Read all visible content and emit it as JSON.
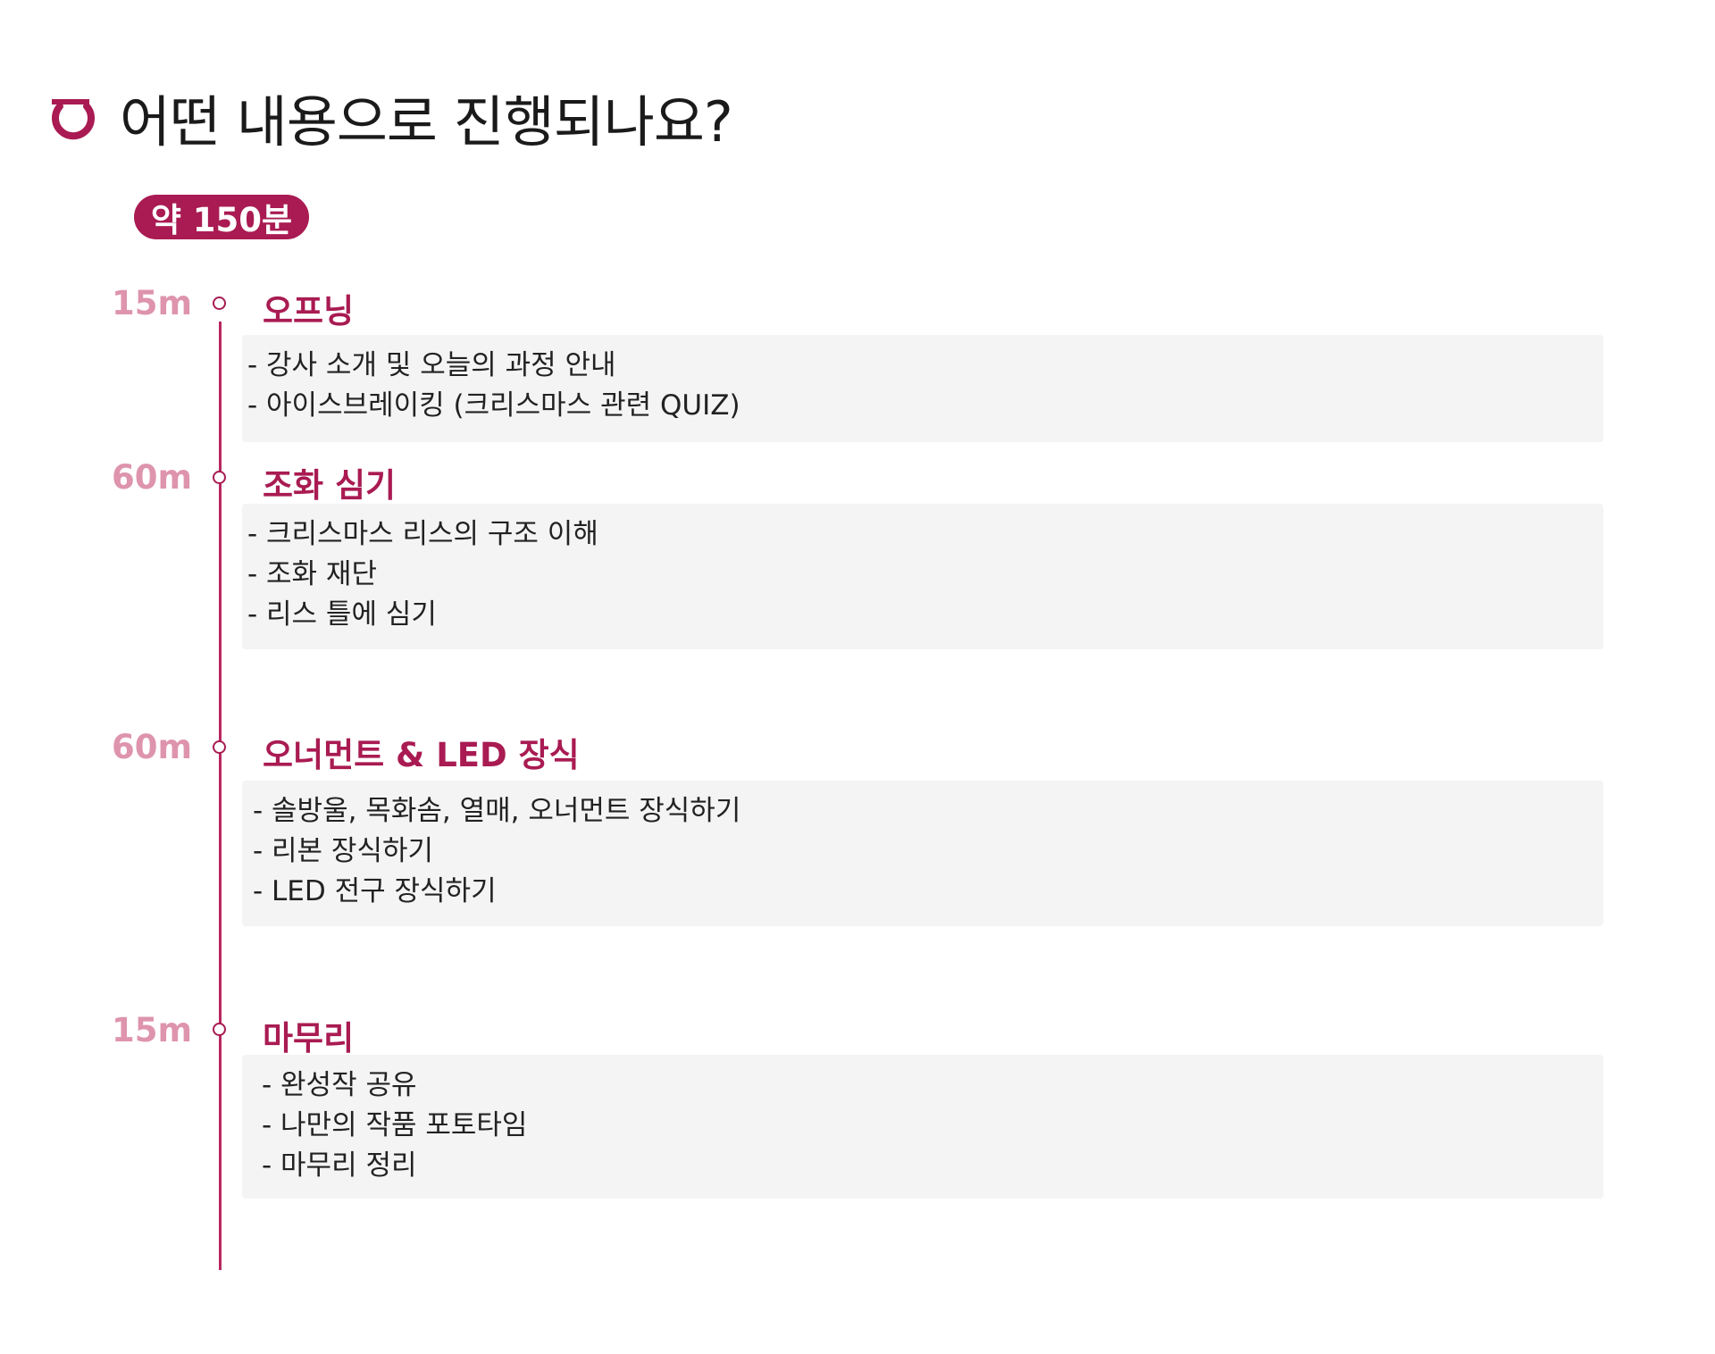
{
  "header": {
    "title": "어떤 내용으로 진행되나요?",
    "logo_icon": "brand-logo-icon"
  },
  "badge": {
    "label": "약 150분"
  },
  "colors": {
    "accent": "#a91b52",
    "duration_label": "#de94ad",
    "box_bg": "#f4f4f4"
  },
  "sections": [
    {
      "duration": "15m",
      "title": "오프닝",
      "items": [
        "- 강사 소개 및 오늘의 과정 안내",
        "- 아이스브레이킹 (크리스마스 관련 QUIZ)"
      ]
    },
    {
      "duration": "60m",
      "title": "조화 심기",
      "items": [
        "- 크리스마스 리스의 구조 이해",
        "- 조화 재단",
        "- 리스 틀에 심기"
      ]
    },
    {
      "duration": "60m",
      "title": "오너먼트 & LED 장식",
      "items": [
        "- 솔방울, 목화솜, 열매, 오너먼트 장식하기",
        "- 리본 장식하기",
        "- LED 전구 장식하기"
      ]
    },
    {
      "duration": "15m",
      "title": "마무리",
      "items": [
        "- 완성작 공유",
        "- 나만의 작품 포토타임",
        "- 마무리 정리"
      ]
    }
  ]
}
